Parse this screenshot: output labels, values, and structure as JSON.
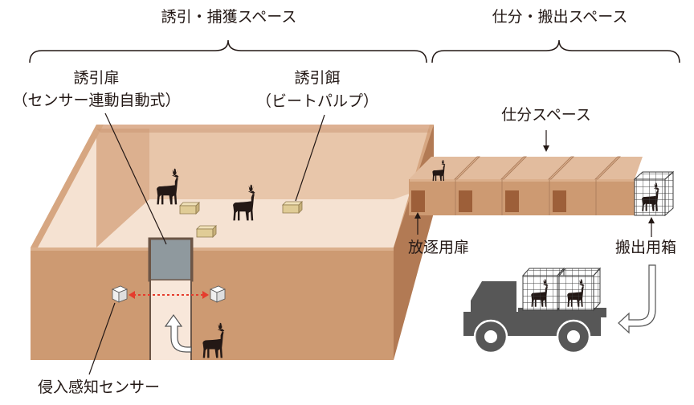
{
  "labels": {
    "capture_zone": "誘引・捕獲スペース",
    "sorting_zone": "仕分・搬出スペース",
    "lure_door": "誘引扉",
    "lure_door_note": "（センサー連動自動式）",
    "lure_bait": "誘引餌",
    "lure_bait_note": "（ビートパルプ）",
    "sorting_space": "仕分スペース",
    "release_door": "放逐用扉",
    "carry_box": "搬出用箱",
    "sensor": "侵入感知センサー"
  },
  "colors": {
    "wall_front": "#cd9a72",
    "wall_top": "#ddb193",
    "wall_inner": "#e7c4a8",
    "floor": "#f5e2d2",
    "door_gray": "#8f999e",
    "door_brown": "#9d5f39",
    "bait": "#e0cc96",
    "deer": "#231815",
    "truck": "#575757",
    "sensor_beam": "#e53c2d"
  },
  "icons": {
    "deer": "deer-silhouette-icon",
    "bait": "bait-bag-icon",
    "sensor": "sensor-cube-icon",
    "truck": "truck-icon",
    "cage": "cage-box-icon",
    "arrow": "outline-arrow-icon"
  }
}
